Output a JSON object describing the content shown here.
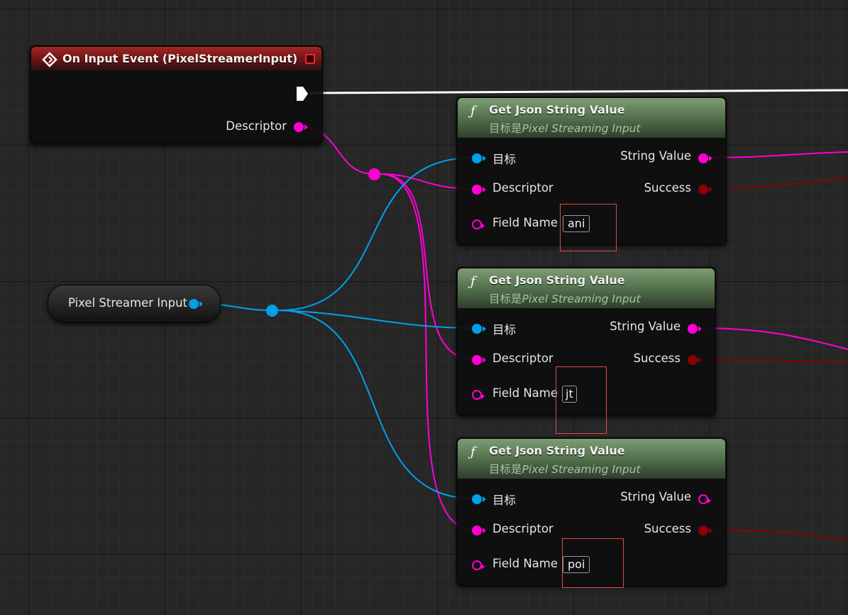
{
  "colors": {
    "event_header": "#a12727",
    "function_header": "#577550",
    "object_pin": "#00a0ec",
    "string_pin": "#ff00d4",
    "bool_pin": "#8c0000",
    "exec_wire": "#ffffff"
  },
  "event_node": {
    "title": "On Input Event (PixelStreamerInput)",
    "icon": "event-diamond-icon",
    "output_pin": "Descriptor"
  },
  "variable_node": {
    "label": "Pixel Streamer Input"
  },
  "function_nodes": [
    {
      "title": "Get Json String Value",
      "subtitle_prefix": "目标是",
      "subtitle_target": "Pixel Streaming Input",
      "pin_target": "目标",
      "pin_descriptor": "Descriptor",
      "pin_field_name": "Field Name",
      "field_value": "ani",
      "out_string": "String Value",
      "out_success": "Success"
    },
    {
      "title": "Get Json String Value",
      "subtitle_prefix": "目标是",
      "subtitle_target": "Pixel Streaming Input",
      "pin_target": "目标",
      "pin_descriptor": "Descriptor",
      "pin_field_name": "Field Name",
      "field_value": "jt",
      "out_string": "String Value",
      "out_success": "Success"
    },
    {
      "title": "Get Json String Value",
      "subtitle_prefix": "目标是",
      "subtitle_target": "Pixel Streaming Input",
      "pin_target": "目标",
      "pin_descriptor": "Descriptor",
      "pin_field_name": "Field Name",
      "field_value": "poi",
      "out_string": "String Value",
      "out_success": "Success"
    }
  ]
}
